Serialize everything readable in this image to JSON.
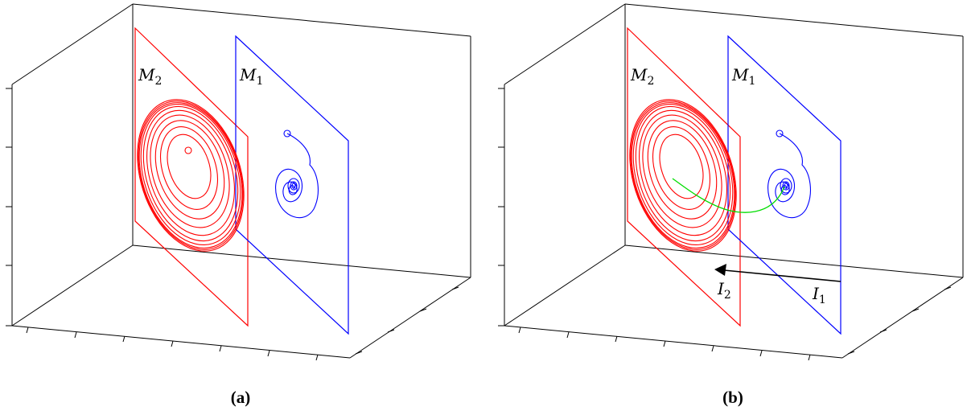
{
  "panels": [
    {
      "caption": "(a)",
      "manifold_red": {
        "symbol": "M",
        "subscript": "2"
      },
      "manifold_blue": {
        "symbol": "M",
        "subscript": "1"
      },
      "show_transition": false
    },
    {
      "caption": "(b)",
      "manifold_red": {
        "symbol": "M",
        "subscript": "2"
      },
      "manifold_blue": {
        "symbol": "M",
        "subscript": "1"
      },
      "show_transition": true,
      "arrow_from": {
        "symbol": "I",
        "subscript": "1"
      },
      "arrow_to": {
        "symbol": "I",
        "subscript": "2"
      }
    }
  ],
  "colors": {
    "manifold_red": "#ff0000",
    "manifold_blue": "#0000ff",
    "transition_curve": "#00dd00",
    "axes": "#000000"
  }
}
